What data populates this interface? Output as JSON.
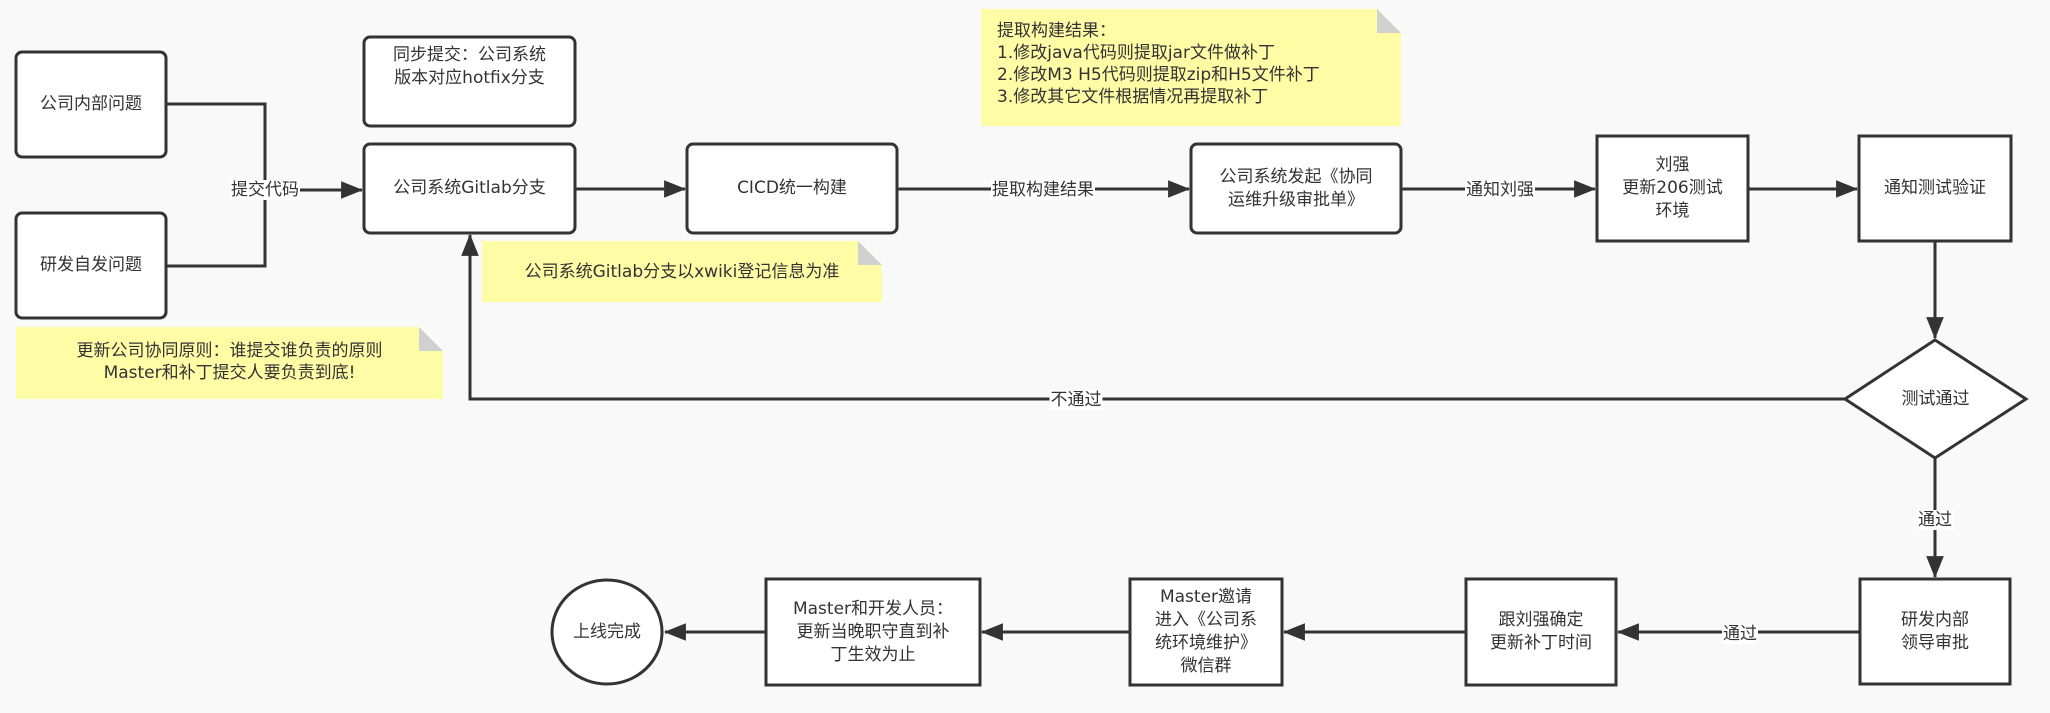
{
  "colors": {
    "background": "#f9f9f9",
    "stroke": "#333333",
    "node_fill": "#ffffff",
    "note_fill": "#fffca6",
    "note_fold": "#d0d0d0"
  },
  "nodes": {
    "internal_issue": "公司内部问题",
    "rd_issue": "研发自发问题",
    "hotfix_sync": "同步提交：公司系统\n版本对应hotfix分支",
    "gitlab_branch": "公司系统Gitlab分支",
    "cicd_build": "CICD统一构建",
    "approval_form": "公司系统发起《协同\n运维升级审批单》",
    "liuqiang_update": "刘强\n更新206测试\n环境",
    "notify_test": "通知测试验证",
    "test_pass_decision": "测试通过",
    "rd_leader_approval": "研发内部\n领导审批",
    "confirm_patch_time": "跟刘强确定\n更新补丁时间",
    "master_invite": "Master邀请\n进入《公司系\n统环境维护》\n微信群",
    "master_dev_duty": "Master和开发人员：\n更新当晚职守直到补\n丁生效为止",
    "release_done": "上线完成"
  },
  "notes": {
    "build_result_note": "提取构建结果：\n1.修改java代码则提取jar文件做补丁\n2.修改M3  H5代码则提取zip和H5文件补丁\n3.修改其它文件根据情况再提取补丁",
    "gitlab_xwiki_note": "公司系统Gitlab分支以xwiki登记信息为准",
    "collaboration_note": "更新公司协同原则：谁提交谁负责的原则\nMaster和补丁提交人要负责到底!"
  },
  "edges": {
    "submit_code": "提交代码",
    "extract_build": "提取构建结果",
    "notify_liuqiang": "通知刘强",
    "not_pass": "不通过",
    "pass_down": "通过",
    "pass_left": "通过"
  }
}
